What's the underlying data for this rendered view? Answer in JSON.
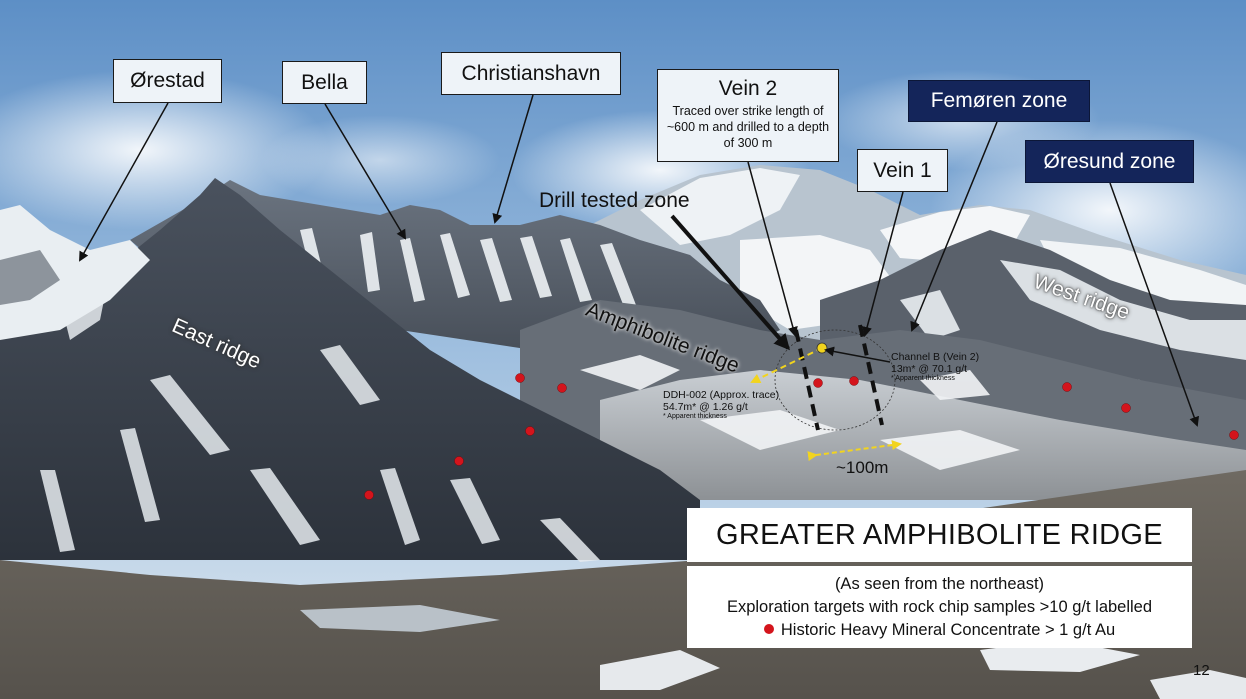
{
  "labels": {
    "orestad": "Ørestad",
    "bella": "Bella",
    "christianshavn": "Christianshavn",
    "vein2_title": "Vein 2",
    "vein2_desc": "Traced over strike length of ~600 m and drilled to a depth of 300 m",
    "femoren_zone": "Femøren zone",
    "vein1": "Vein 1",
    "oresund_zone": "Øresund zone",
    "drill_tested_zone": "Drill tested zone",
    "west_ridge": "West ridge",
    "east_ridge": "East ridge",
    "amphibolite_ridge": "Amphibolite ridge",
    "channel_b_line1": "Channel B (Vein 2)",
    "channel_b_line2": "13m* @ 70.1 g/t",
    "channel_b_note": "* Apparent thickness",
    "ddh_line1": "DDH-002 (Approx. trace)",
    "ddh_line2": "54.7m* @ 1.26 g/t",
    "ddh_note": "* Apparent thickness",
    "scale": "~100m"
  },
  "title": "GREATER AMPHIBOLITE RIDGE",
  "legend": {
    "line1": "(As seen from the northeast)",
    "line2": "Exploration targets with rock chip samples >10 g/t labelled",
    "line3": "Historic Heavy Mineral Concentrate > 1 g/t Au"
  },
  "page_number": "12",
  "colors": {
    "sample_dot": "#d4141c",
    "dark_box": "#14255a",
    "drill_trace": "#f2d41e"
  }
}
